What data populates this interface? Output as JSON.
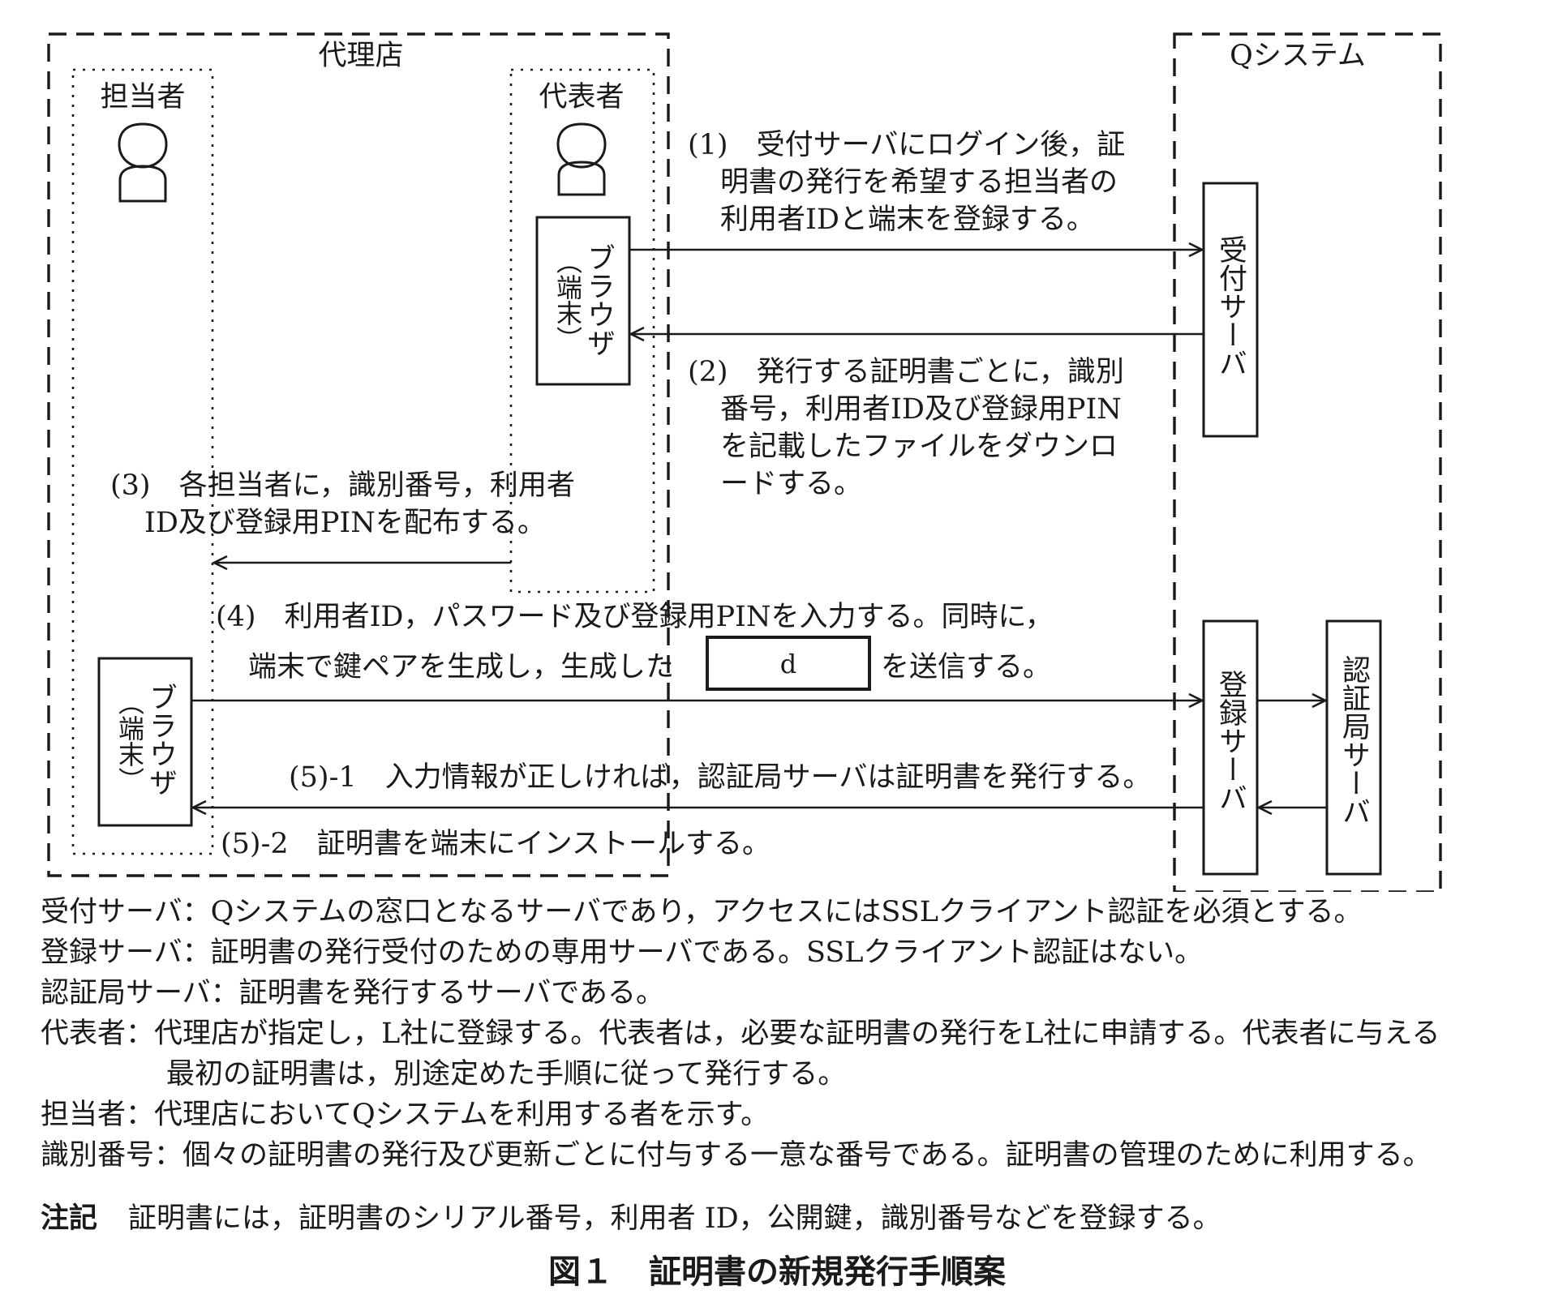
{
  "colors": {
    "ink": "#1a1a1a",
    "background": "#ffffff"
  },
  "groups": {
    "agency": "代理店",
    "q_system": "Qシステム"
  },
  "actors": {
    "staff": {
      "label": "担当者",
      "icon": "person-icon"
    },
    "representative": {
      "label": "代表者",
      "icon": "person-icon"
    }
  },
  "components": {
    "browser_main": "ブラウザ",
    "browser_sub": "（端末）",
    "reception_server": "受付サーバ",
    "registration_server": "登録サーバ",
    "ca_server": "認証局サーバ"
  },
  "steps": {
    "s1": [
      "(1)　受付サーバにログイン後，証",
      "明書の発行を希望する担当者の",
      "利用者IDと端末を登録する。"
    ],
    "s2": [
      "(2)　発行する証明書ごとに，識別",
      "番号，利用者ID及び登録用PIN",
      "を記載したファイルをダウンロ",
      "ードする。"
    ],
    "s3": [
      "(3)　各担当者に，識別番号，利用者",
      "ID及び登録用PINを配布する。"
    ],
    "s4_line1": "(4)　利用者ID，パスワード及び登録用PINを入力する。同時に，",
    "s4_line2_pre": "端末で鍵ペアを生成し，生成した",
    "s4_blank": "d",
    "s4_line2_post": "を送信する。",
    "s5_1": "(5)-1　入力情報が正しければ，認証局サーバは証明書を発行する。",
    "s5_2": "(5)-2　証明書を端末にインストールする。"
  },
  "notes": [
    {
      "label": "受付サーバ：",
      "text": "Qシステムの窓口となるサーバであり，アクセスにはSSLクライアント認証を必須とする。"
    },
    {
      "label": "登録サーバ：",
      "text": "証明書の発行受付のための専用サーバである。SSLクライアント認証はない。"
    },
    {
      "label": "認証局サーバ：",
      "text": "証明書を発行するサーバである。"
    },
    {
      "label": "代表者：",
      "text": "代理店が指定し，L社に登録する。代表者は，必要な証明書の発行をL社に申請する。代表者に与える",
      "text2": "最初の証明書は，別途定めた手順に従って発行する。"
    },
    {
      "label": "担当者：",
      "text": "代理店においてQシステムを利用する者を示す。"
    },
    {
      "label": "識別番号：",
      "text": "個々の証明書の発行及び更新ごとに付与する一意な番号である。証明書の管理のために利用する。"
    }
  ],
  "annotation": {
    "label": "注記",
    "text": "証明書には，証明書のシリアル番号，利用者 ID，公開鍵，識別番号などを登録する。"
  },
  "caption": {
    "number": "図１",
    "title": "証明書の新規発行手順案"
  }
}
